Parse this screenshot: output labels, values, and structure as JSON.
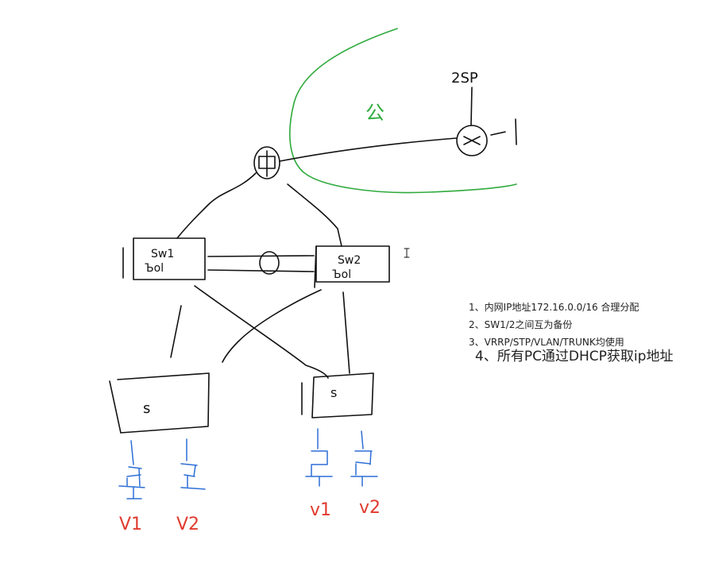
{
  "diagram": {
    "labels": {
      "isp": "2SP",
      "cloud": "公",
      "sw1_line1": "Sw1",
      "sw1_line2": "Ъol",
      "sw2_line1": "Sw2",
      "sw2_line2": "Ъol",
      "access_left": "s",
      "access_right": "s",
      "v1_left": "V1",
      "v2_left": "V2",
      "v1_right": "v1",
      "v2_right": "v2"
    },
    "colors": {
      "ink": "#111111",
      "cloud": "#2eaa3c",
      "pc": "#2d6fd6",
      "vlan": "#e03a2e"
    }
  },
  "notes": {
    "items": [
      "1、内网IP地址172.16.0.0/16 合理分配",
      "2、SW1/2之间互为备份",
      "3、VRRP/STP/VLAN/TRUNK均使用"
    ],
    "extra": "4、所有PC通过DHCP获取ip地址"
  }
}
